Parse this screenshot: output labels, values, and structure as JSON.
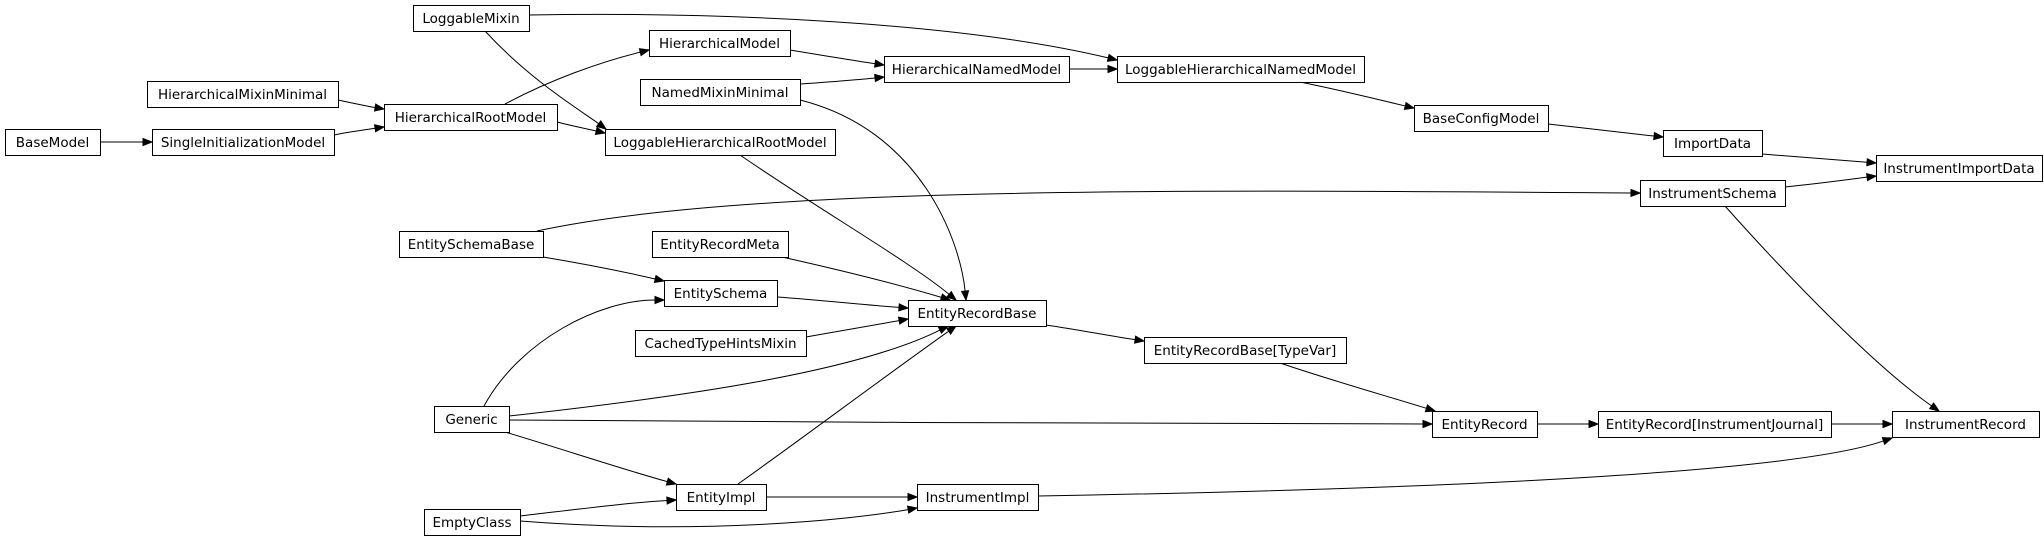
{
  "diagram": {
    "nodes": [
      {
        "id": "BaseModel",
        "label": "BaseModel"
      },
      {
        "id": "SingleInitializationModel",
        "label": "SingleInitializationModel"
      },
      {
        "id": "HierarchicalMixinMinimal",
        "label": "HierarchicalMixinMinimal"
      },
      {
        "id": "HierarchicalRootModel",
        "label": "HierarchicalRootModel"
      },
      {
        "id": "LoggableMixin",
        "label": "LoggableMixin"
      },
      {
        "id": "HierarchicalModel",
        "label": "HierarchicalModel"
      },
      {
        "id": "NamedMixinMinimal",
        "label": "NamedMixinMinimal"
      },
      {
        "id": "HierarchicalNamedModel",
        "label": "HierarchicalNamedModel"
      },
      {
        "id": "LoggableHierarchicalNamedModel",
        "label": "LoggableHierarchicalNamedModel"
      },
      {
        "id": "LoggableHierarchicalRootModel",
        "label": "LoggableHierarchicalRootModel"
      },
      {
        "id": "BaseConfigModel",
        "label": "BaseConfigModel"
      },
      {
        "id": "ImportData",
        "label": "ImportData"
      },
      {
        "id": "InstrumentImportData",
        "label": "InstrumentImportData"
      },
      {
        "id": "InstrumentSchema",
        "label": "InstrumentSchema"
      },
      {
        "id": "EntitySchemaBase",
        "label": "EntitySchemaBase"
      },
      {
        "id": "EntityRecordMeta",
        "label": "EntityRecordMeta"
      },
      {
        "id": "EntitySchema",
        "label": "EntitySchema"
      },
      {
        "id": "CachedTypeHintsMixin",
        "label": "CachedTypeHintsMixin"
      },
      {
        "id": "EntityRecordBase",
        "label": "EntityRecordBase"
      },
      {
        "id": "EntityRecordBaseTypeVar",
        "label": "EntityRecordBase[TypeVar]"
      },
      {
        "id": "Generic",
        "label": "Generic"
      },
      {
        "id": "EntityRecord",
        "label": "EntityRecord"
      },
      {
        "id": "EntityRecordInstrumentJournal",
        "label": "EntityRecord[InstrumentJournal]"
      },
      {
        "id": "InstrumentRecord",
        "label": "InstrumentRecord"
      },
      {
        "id": "EntityImpl",
        "label": "EntityImpl"
      },
      {
        "id": "InstrumentImpl",
        "label": "InstrumentImpl"
      },
      {
        "id": "EmptyClass",
        "label": "EmptyClass"
      }
    ],
    "edges": [
      {
        "from": "BaseModel",
        "to": "SingleInitializationModel"
      },
      {
        "from": "SingleInitializationModel",
        "to": "HierarchicalRootModel"
      },
      {
        "from": "HierarchicalMixinMinimal",
        "to": "HierarchicalRootModel"
      },
      {
        "from": "HierarchicalRootModel",
        "to": "HierarchicalModel"
      },
      {
        "from": "HierarchicalRootModel",
        "to": "LoggableHierarchicalRootModel"
      },
      {
        "from": "LoggableMixin",
        "to": "LoggableHierarchicalNamedModel"
      },
      {
        "from": "LoggableMixin",
        "to": "LoggableHierarchicalRootModel"
      },
      {
        "from": "HierarchicalModel",
        "to": "HierarchicalNamedModel"
      },
      {
        "from": "NamedMixinMinimal",
        "to": "HierarchicalNamedModel"
      },
      {
        "from": "NamedMixinMinimal",
        "to": "EntityRecordBase"
      },
      {
        "from": "HierarchicalNamedModel",
        "to": "LoggableHierarchicalNamedModel"
      },
      {
        "from": "LoggableHierarchicalNamedModel",
        "to": "BaseConfigModel"
      },
      {
        "from": "BaseConfigModel",
        "to": "ImportData"
      },
      {
        "from": "ImportData",
        "to": "InstrumentImportData"
      },
      {
        "from": "InstrumentSchema",
        "to": "InstrumentImportData"
      },
      {
        "from": "InstrumentSchema",
        "to": "InstrumentRecord"
      },
      {
        "from": "EntitySchemaBase",
        "to": "InstrumentSchema"
      },
      {
        "from": "EntitySchemaBase",
        "to": "EntitySchema"
      },
      {
        "from": "LoggableHierarchicalRootModel",
        "to": "EntityRecordBase"
      },
      {
        "from": "EntityRecordMeta",
        "to": "EntityRecordBase"
      },
      {
        "from": "EntitySchema",
        "to": "EntityRecordBase"
      },
      {
        "from": "CachedTypeHintsMixin",
        "to": "EntityRecordBase"
      },
      {
        "from": "EntityRecordBase",
        "to": "EntityRecordBaseTypeVar"
      },
      {
        "from": "EntityRecordBaseTypeVar",
        "to": "EntityRecord"
      },
      {
        "from": "Generic",
        "to": "EntitySchema"
      },
      {
        "from": "Generic",
        "to": "EntityRecordBase"
      },
      {
        "from": "Generic",
        "to": "EntityRecord"
      },
      {
        "from": "Generic",
        "to": "EntityImpl"
      },
      {
        "from": "EntityRecord",
        "to": "EntityRecordInstrumentJournal"
      },
      {
        "from": "EntityRecordInstrumentJournal",
        "to": "InstrumentRecord"
      },
      {
        "from": "EntityImpl",
        "to": "EntityRecordBase"
      },
      {
        "from": "EntityImpl",
        "to": "InstrumentImpl"
      },
      {
        "from": "EmptyClass",
        "to": "EntityImpl"
      },
      {
        "from": "EmptyClass",
        "to": "InstrumentImpl"
      },
      {
        "from": "InstrumentImpl",
        "to": "InstrumentRecord"
      }
    ]
  }
}
